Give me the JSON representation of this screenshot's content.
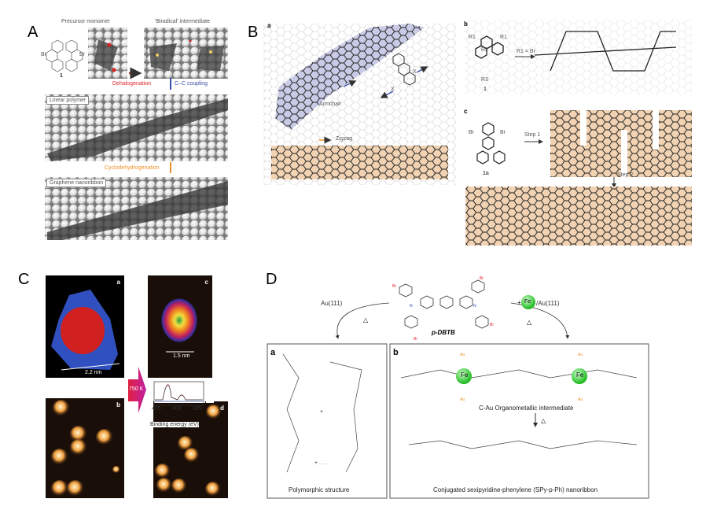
{
  "panels": {
    "A": {
      "label": "A",
      "precursor": "Precursor monomer",
      "biradical": "'Biradical' intermediate",
      "br": "Br",
      "compound": "1",
      "dehalogenation": "Dehalogenation",
      "cc_coupling": "C–C coupling",
      "linear_polymer": "Linear polymer",
      "cyclo": "Cyclodehydrogenation",
      "gnr": "Graphene nanoribbon"
    },
    "B": {
      "label": "B",
      "a": "a",
      "b": "b",
      "c": "c",
      "armchair": "Armchair",
      "zigzag": "Zigzag",
      "x": "X",
      "r1": "R1",
      "r2": "R2",
      "r3": "R3",
      "r1br": "R1 = Br",
      "compound1": "1",
      "compound1a": "1a",
      "br": "Br",
      "step1": "Step 1",
      "step2": "Step 2"
    },
    "C": {
      "label": "C",
      "a": "a",
      "b": "b",
      "c": "c",
      "d": "d",
      "size_a": "2.2 nm",
      "size_c": "1.5 nm",
      "temp": "750 K",
      "xps_ticks": [
        "405",
        "400",
        "395"
      ],
      "xps_xlabel": "Binding energy (eV)"
    },
    "D": {
      "label": "D",
      "au111_left": "Au(111)",
      "plus": "+",
      "fe": "Fe",
      "au111_right": "/Au(111)",
      "delta": "△",
      "molecule": "p-DBTB",
      "br": "Br",
      "n": "N",
      "au": "Au",
      "a": "a",
      "b": "b",
      "polymorphic": "Polymorphic structure",
      "intermediate": "C-Au Organometallic intermediate",
      "nanoribbon": "Conjugated sexipyridine-phenylene (SPy-p-Ph) nanoribbon",
      "plus_dots": "+  .  .  ."
    }
  },
  "colors": {
    "red": "#e0242a",
    "blue": "#3a4fa8",
    "orange": "#f0902a",
    "fe_green": "#33cc33",
    "gnr_fill": "#f1d3b3",
    "armchair_fill": "#c9cbe6"
  }
}
